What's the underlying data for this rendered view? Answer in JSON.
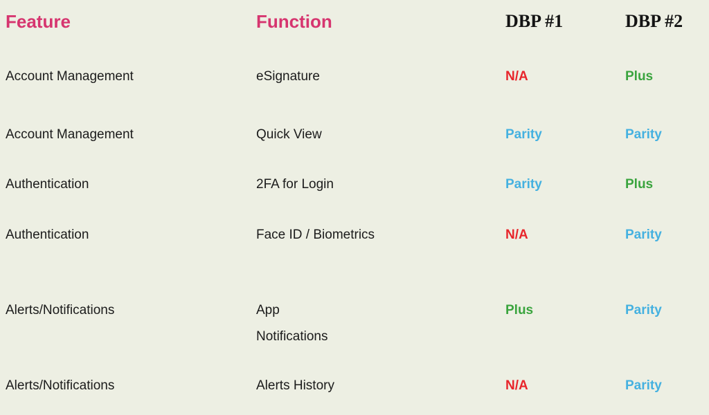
{
  "colors": {
    "background": "#edefe3",
    "header_pink": "#d6356f",
    "header_black": "#141414",
    "body_text": "#1b1b1b",
    "na_red": "#e8252b",
    "plus_green": "#3aa43e",
    "parity_blue": "#45b1e0"
  },
  "table": {
    "headers": {
      "feature": "Feature",
      "function": "Function",
      "dbp1": "DBP #1",
      "dbp2": "DBP #2"
    },
    "rows": [
      {
        "feature": "Account Management",
        "function": "eSignature",
        "dbp1": {
          "text": "N/A",
          "color": "#e8252b"
        },
        "dbp2": {
          "text": "Plus",
          "color": "#3aa43e"
        }
      },
      {
        "feature": "Account Management",
        "function": "Quick View",
        "dbp1": {
          "text": "Parity",
          "color": "#45b1e0"
        },
        "dbp2": {
          "text": "Parity",
          "color": "#45b1e0"
        }
      },
      {
        "feature": "Authentication",
        "function": "2FA for Login",
        "dbp1": {
          "text": "Parity",
          "color": "#45b1e0"
        },
        "dbp2": {
          "text": "Plus",
          "color": "#3aa43e"
        }
      },
      {
        "feature": "Authentication",
        "function": "Face ID / Biometrics",
        "dbp1": {
          "text": "N/A",
          "color": "#e8252b"
        },
        "dbp2": {
          "text": "Parity",
          "color": "#45b1e0"
        }
      },
      {
        "feature": "Alerts/Notifications",
        "function": "App\nNotifications",
        "dbp1": {
          "text": "Plus",
          "color": "#3aa43e"
        },
        "dbp2": {
          "text": "Parity",
          "color": "#45b1e0"
        }
      },
      {
        "feature": "Alerts/Notifications",
        "function": "Alerts History",
        "dbp1": {
          "text": "N/A",
          "color": "#e8252b"
        },
        "dbp2": {
          "text": "Parity",
          "color": "#45b1e0"
        }
      }
    ]
  }
}
